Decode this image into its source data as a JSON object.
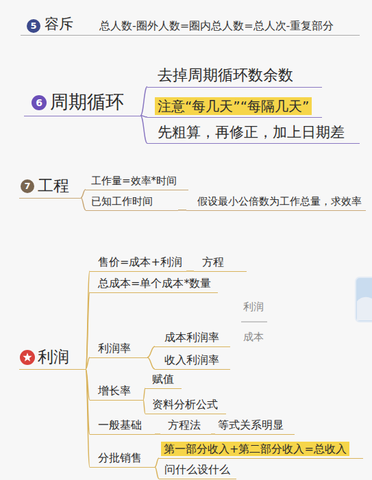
{
  "diagram": {
    "nodes": [
      {
        "text": [
          "容斥"
        ]
      },
      {
        "text": [
          "周期循环"
        ]
      },
      {
        "text": [
          "去掉周期循环数余数"
        ]
      },
      {
        "text": [
          "注意“每几天”“每隔几天”"
        ]
      },
      {
        "text": [
          "先粗算，再修正，加上日期差"
        ]
      },
      {
        "text": [
          "工程"
        ]
      },
      {
        "text": [
          "工作量=效率*时间"
        ]
      },
      {
        "text": [
          "已知工作时间"
        ]
      },
      {
        "text": [
          "假设最小公倍数为工作总量，求效率"
        ]
      },
      {
        "text": [
          "利润"
        ]
      },
      {
        "text": [
          "售价=成本+利润"
        ]
      },
      {
        "text": [
          "方程"
        ]
      },
      {
        "text": [
          "总成本=单个成本*数量"
        ]
      },
      {
        "text": [
          "利润率"
        ]
      },
      {
        "text": [
          "成本利润率"
        ]
      },
      {
        "text": [
          "收入利润率"
        ]
      },
      {
        "text": [
          "增长率"
        ]
      },
      {
        "text": [
          "赋值"
        ]
      },
      {
        "text": [
          "资料分析公式"
        ]
      },
      {
        "text": [
          "一般基础"
        ]
      },
      {
        "text": [
          "方程法"
        ]
      },
      {
        "text": [
          "等式关系明显"
        ]
      },
      {
        "text": [
          "分批销售"
        ]
      },
      {
        "text": [
          "第一部分收入+第二部分收入=总收入"
        ]
      },
      {
        "text": [
          "问什么设什么"
        ]
      }
    ],
    "edges": [
      {
        "from": 1,
        "to": 2,
        "arrow": "none"
      },
      {
        "from": 1,
        "to": 3,
        "arrow": "none"
      },
      {
        "from": 1,
        "to": 4,
        "arrow": "none"
      },
      {
        "from": 5,
        "to": 6,
        "arrow": "none"
      },
      {
        "from": 5,
        "to": 7,
        "arrow": "none"
      },
      {
        "from": 7,
        "to": 8,
        "arrow": "none"
      },
      {
        "from": 9,
        "to": 10,
        "arrow": "none"
      },
      {
        "from": 10,
        "to": 11,
        "arrow": "none"
      },
      {
        "from": 9,
        "to": 12,
        "arrow": "none"
      },
      {
        "from": 9,
        "to": 13,
        "arrow": "none"
      },
      {
        "from": 13,
        "to": 14,
        "arrow": "none"
      },
      {
        "from": 13,
        "to": 15,
        "arrow": "none"
      },
      {
        "from": 9,
        "to": 16,
        "arrow": "none"
      },
      {
        "from": 16,
        "to": 17,
        "arrow": "none"
      },
      {
        "from": 16,
        "to": 18,
        "arrow": "none"
      },
      {
        "from": 9,
        "to": 19,
        "arrow": "none"
      },
      {
        "from": 19,
        "to": 20,
        "arrow": "none"
      },
      {
        "from": 20,
        "to": 21,
        "arrow": "none"
      },
      {
        "from": 9,
        "to": 22,
        "arrow": "none"
      },
      {
        "from": 22,
        "to": 23,
        "arrow": "none"
      },
      {
        "from": 22,
        "to": 24,
        "arrow": "none"
      }
    ],
    "labels": [
      "5",
      "6",
      "7",
      "总人数-圈外人数=圈内总人数=总人次-重复部分",
      "利润",
      "成本"
    ]
  }
}
